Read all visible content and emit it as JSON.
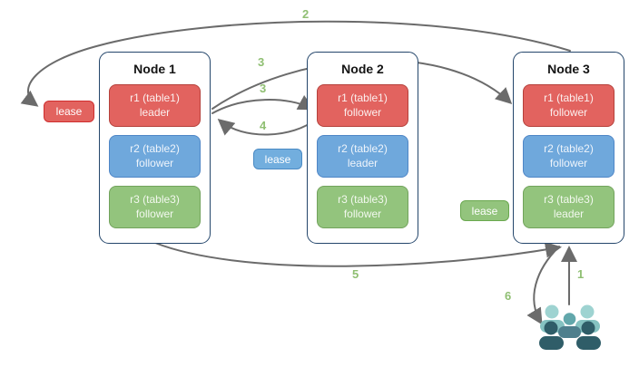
{
  "diagram_title": "",
  "nodes": [
    {
      "title": "Node 1",
      "replicas": [
        {
          "name": "r1 (table1)",
          "role": "leader",
          "color": "#e2635f"
        },
        {
          "name": "r2 (table2)",
          "role": "follower",
          "color": "#6fa8dc"
        },
        {
          "name": "r3 (table3)",
          "role": "follower",
          "color": "#93c47d"
        }
      ]
    },
    {
      "title": "Node 2",
      "replicas": [
        {
          "name": "r1 (table1)",
          "role": "follower",
          "color": "#e2635f"
        },
        {
          "name": "r2 (table2)",
          "role": "leader",
          "color": "#6fa8dc"
        },
        {
          "name": "r3 (table3)",
          "role": "follower",
          "color": "#93c47d"
        }
      ]
    },
    {
      "title": "Node 3",
      "replicas": [
        {
          "name": "r1 (table1)",
          "role": "follower",
          "color": "#e2635f"
        },
        {
          "name": "r2 (table2)",
          "role": "follower",
          "color": "#6fa8dc"
        },
        {
          "name": "r3 (table3)",
          "role": "leader",
          "color": "#93c47d"
        }
      ]
    }
  ],
  "leases": [
    {
      "label": "lease",
      "color": "#e2635f",
      "attached_to": "Node 1 r1 leader"
    },
    {
      "label": "lease",
      "color": "#72aede",
      "attached_to": "Node 2 r2 leader"
    },
    {
      "label": "lease",
      "color": "#93c47d",
      "attached_to": "Node 3 r3 leader"
    }
  ],
  "flow_labels": [
    {
      "text": "1"
    },
    {
      "text": "2"
    },
    {
      "text": "3"
    },
    {
      "text": "3"
    },
    {
      "text": "4"
    },
    {
      "text": "5"
    },
    {
      "text": "6"
    }
  ],
  "icons": {
    "users_icon": "group-of-client-users"
  },
  "colors": {
    "node_border": "#24466b",
    "replica_red": "#e2635f",
    "replica_blue": "#6fa8dc",
    "replica_green": "#93c47d",
    "arrow_gray": "#6b6b6b",
    "flow_label_green": "#8fbf72",
    "users_light_teal": "#9ed3d1",
    "users_mid_teal": "#62a7ab",
    "users_dark_teal": "#2f5d68"
  }
}
